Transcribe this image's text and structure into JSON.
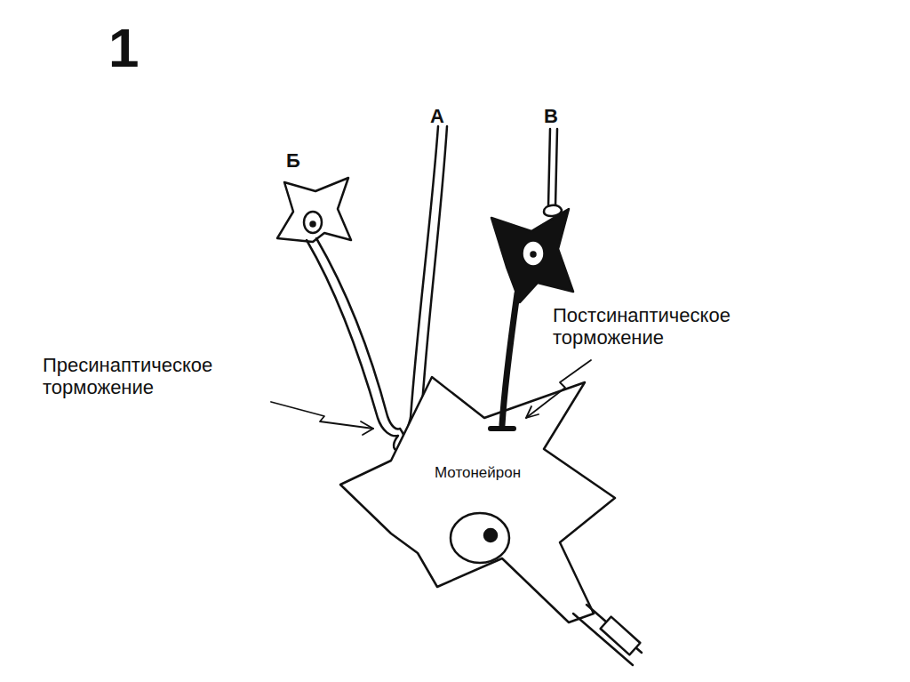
{
  "diagram": {
    "nodes": [
      {
        "text": [
          "Мотонейрон"
        ]
      }
    ],
    "labels": [
      "1",
      "Б",
      "А",
      "В",
      "Пресинаптическое торможение",
      "Постсинаптическое торможение"
    ]
  }
}
